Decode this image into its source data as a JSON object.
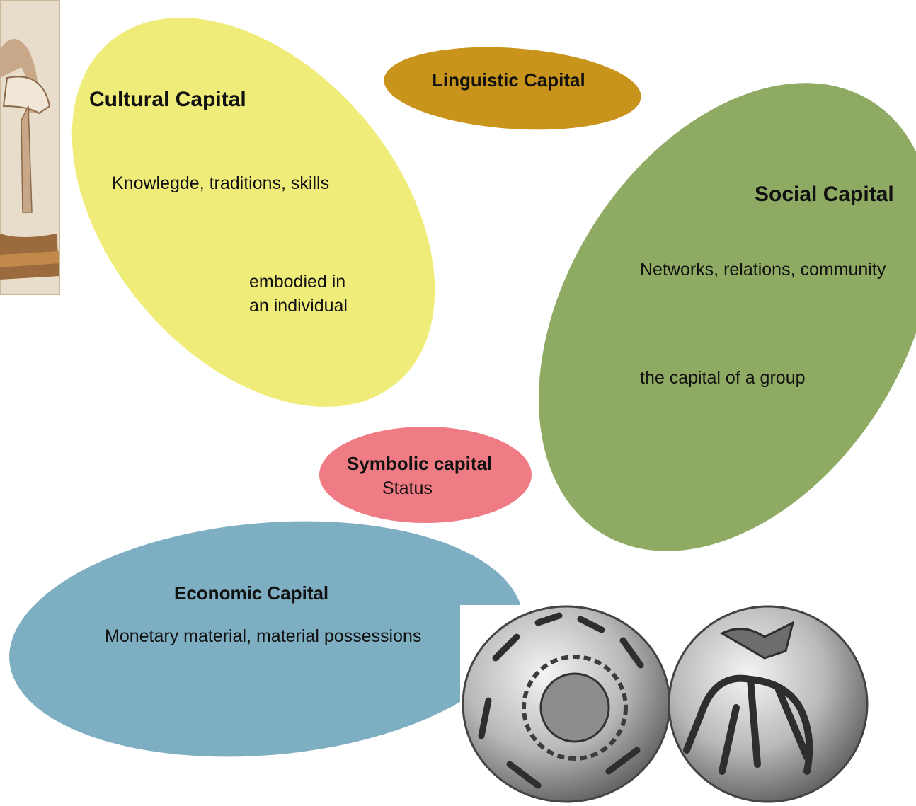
{
  "colors": {
    "cultural": "#f0ec7a",
    "linguistic": "#c9941c",
    "social": "#8faa62",
    "symbolic": "#ef7b84",
    "economic": "#7eaec2"
  },
  "cultural": {
    "title": "Cultural Capital",
    "line1": "Knowlegde, traditions, skills",
    "line2a": "embodied in",
    "line2b": "an individual"
  },
  "linguistic": {
    "title": "Linguistic Capital"
  },
  "social": {
    "title": "Social Capital",
    "line1": "Networks, relations, community",
    "line2": "the capital of a group"
  },
  "symbolic": {
    "title": "Symbolic capital",
    "line1": "Status"
  },
  "economic": {
    "title": "Economic Capital",
    "line1": "Monetary material, material possessions"
  },
  "images": {
    "left_figure": "medieval-figure-illustration",
    "coins": "two-silver-coins-photo"
  }
}
